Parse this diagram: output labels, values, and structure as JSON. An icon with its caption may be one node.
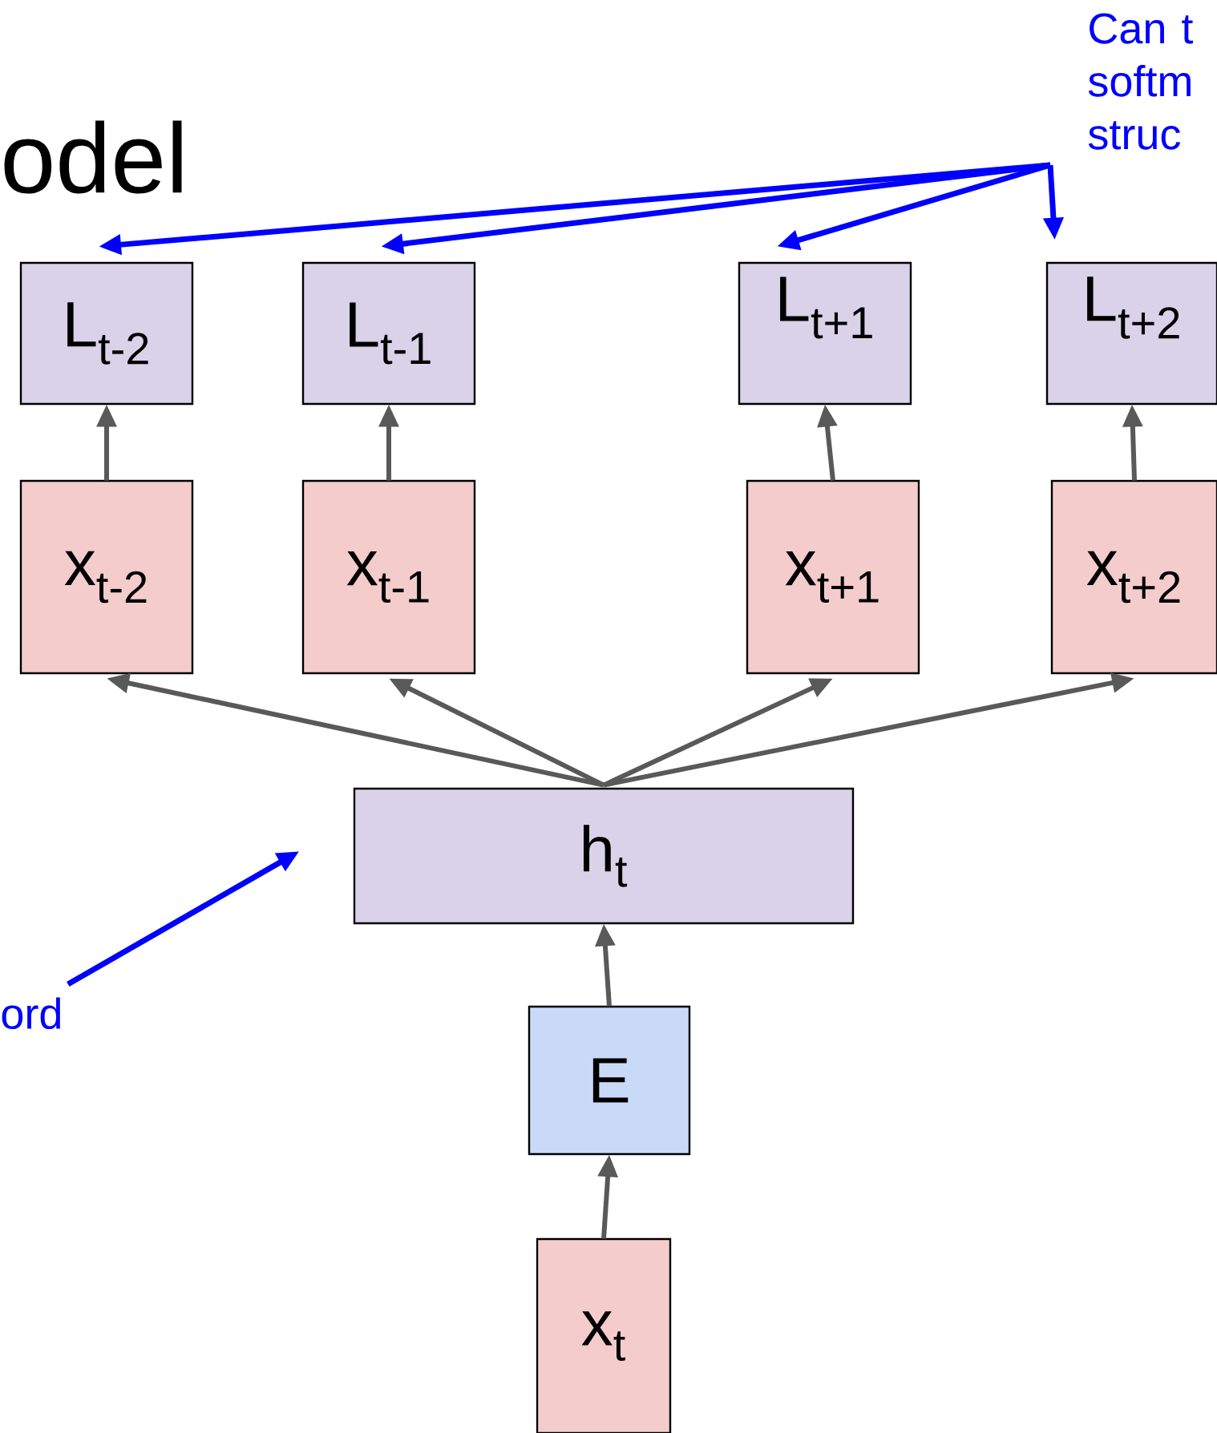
{
  "diagram": {
    "title": "odel",
    "nodes": [
      {
        "text": [
          "L$_{t-2}$"
        ]
      },
      {
        "text": [
          "L$_{t-1}$"
        ]
      },
      {
        "text": [
          "L$_{t+1}$"
        ]
      },
      {
        "text": [
          "L$_{t+2}$"
        ]
      },
      {
        "text": [
          "x$_{t-2}$"
        ]
      },
      {
        "text": [
          "x$_{t-1}$"
        ]
      },
      {
        "text": [
          "x$_{t+1}$"
        ]
      },
      {
        "text": [
          "x$_{t+2}$"
        ]
      },
      {
        "text": [
          "h$_{t}$"
        ]
      },
      {
        "text": [
          "E"
        ]
      },
      {
        "text": [
          "x$_{t}$"
        ]
      },
      {
        "text": [
          "Can t softm struc"
        ]
      },
      {
        "text": [
          "ord"
        ]
      }
    ],
    "edges": [
      {
        "from": 11,
        "to": 0,
        "arrow": "to",
        "color": "#0000ff"
      },
      {
        "from": 11,
        "to": 1,
        "arrow": "to",
        "color": "#0000ff"
      },
      {
        "from": 11,
        "to": 2,
        "arrow": "to",
        "color": "#0000ff"
      },
      {
        "from": 11,
        "to": 3,
        "arrow": "to",
        "color": "#0000ff"
      },
      {
        "from": 4,
        "to": 0,
        "arrow": "to"
      },
      {
        "from": 5,
        "to": 1,
        "arrow": "to"
      },
      {
        "from": 6,
        "to": 2,
        "arrow": "to"
      },
      {
        "from": 7,
        "to": 3,
        "arrow": "to"
      },
      {
        "from": 8,
        "to": 4,
        "arrow": "to"
      },
      {
        "from": 8,
        "to": 5,
        "arrow": "to"
      },
      {
        "from": 8,
        "to": 6,
        "arrow": "to"
      },
      {
        "from": 8,
        "to": 7,
        "arrow": "to"
      },
      {
        "from": 9,
        "to": 8,
        "arrow": "to"
      },
      {
        "from": 10,
        "to": 9,
        "arrow": "to"
      },
      {
        "from": 12,
        "to": 8,
        "arrow": "to",
        "color": "#0000ff"
      }
    ]
  }
}
